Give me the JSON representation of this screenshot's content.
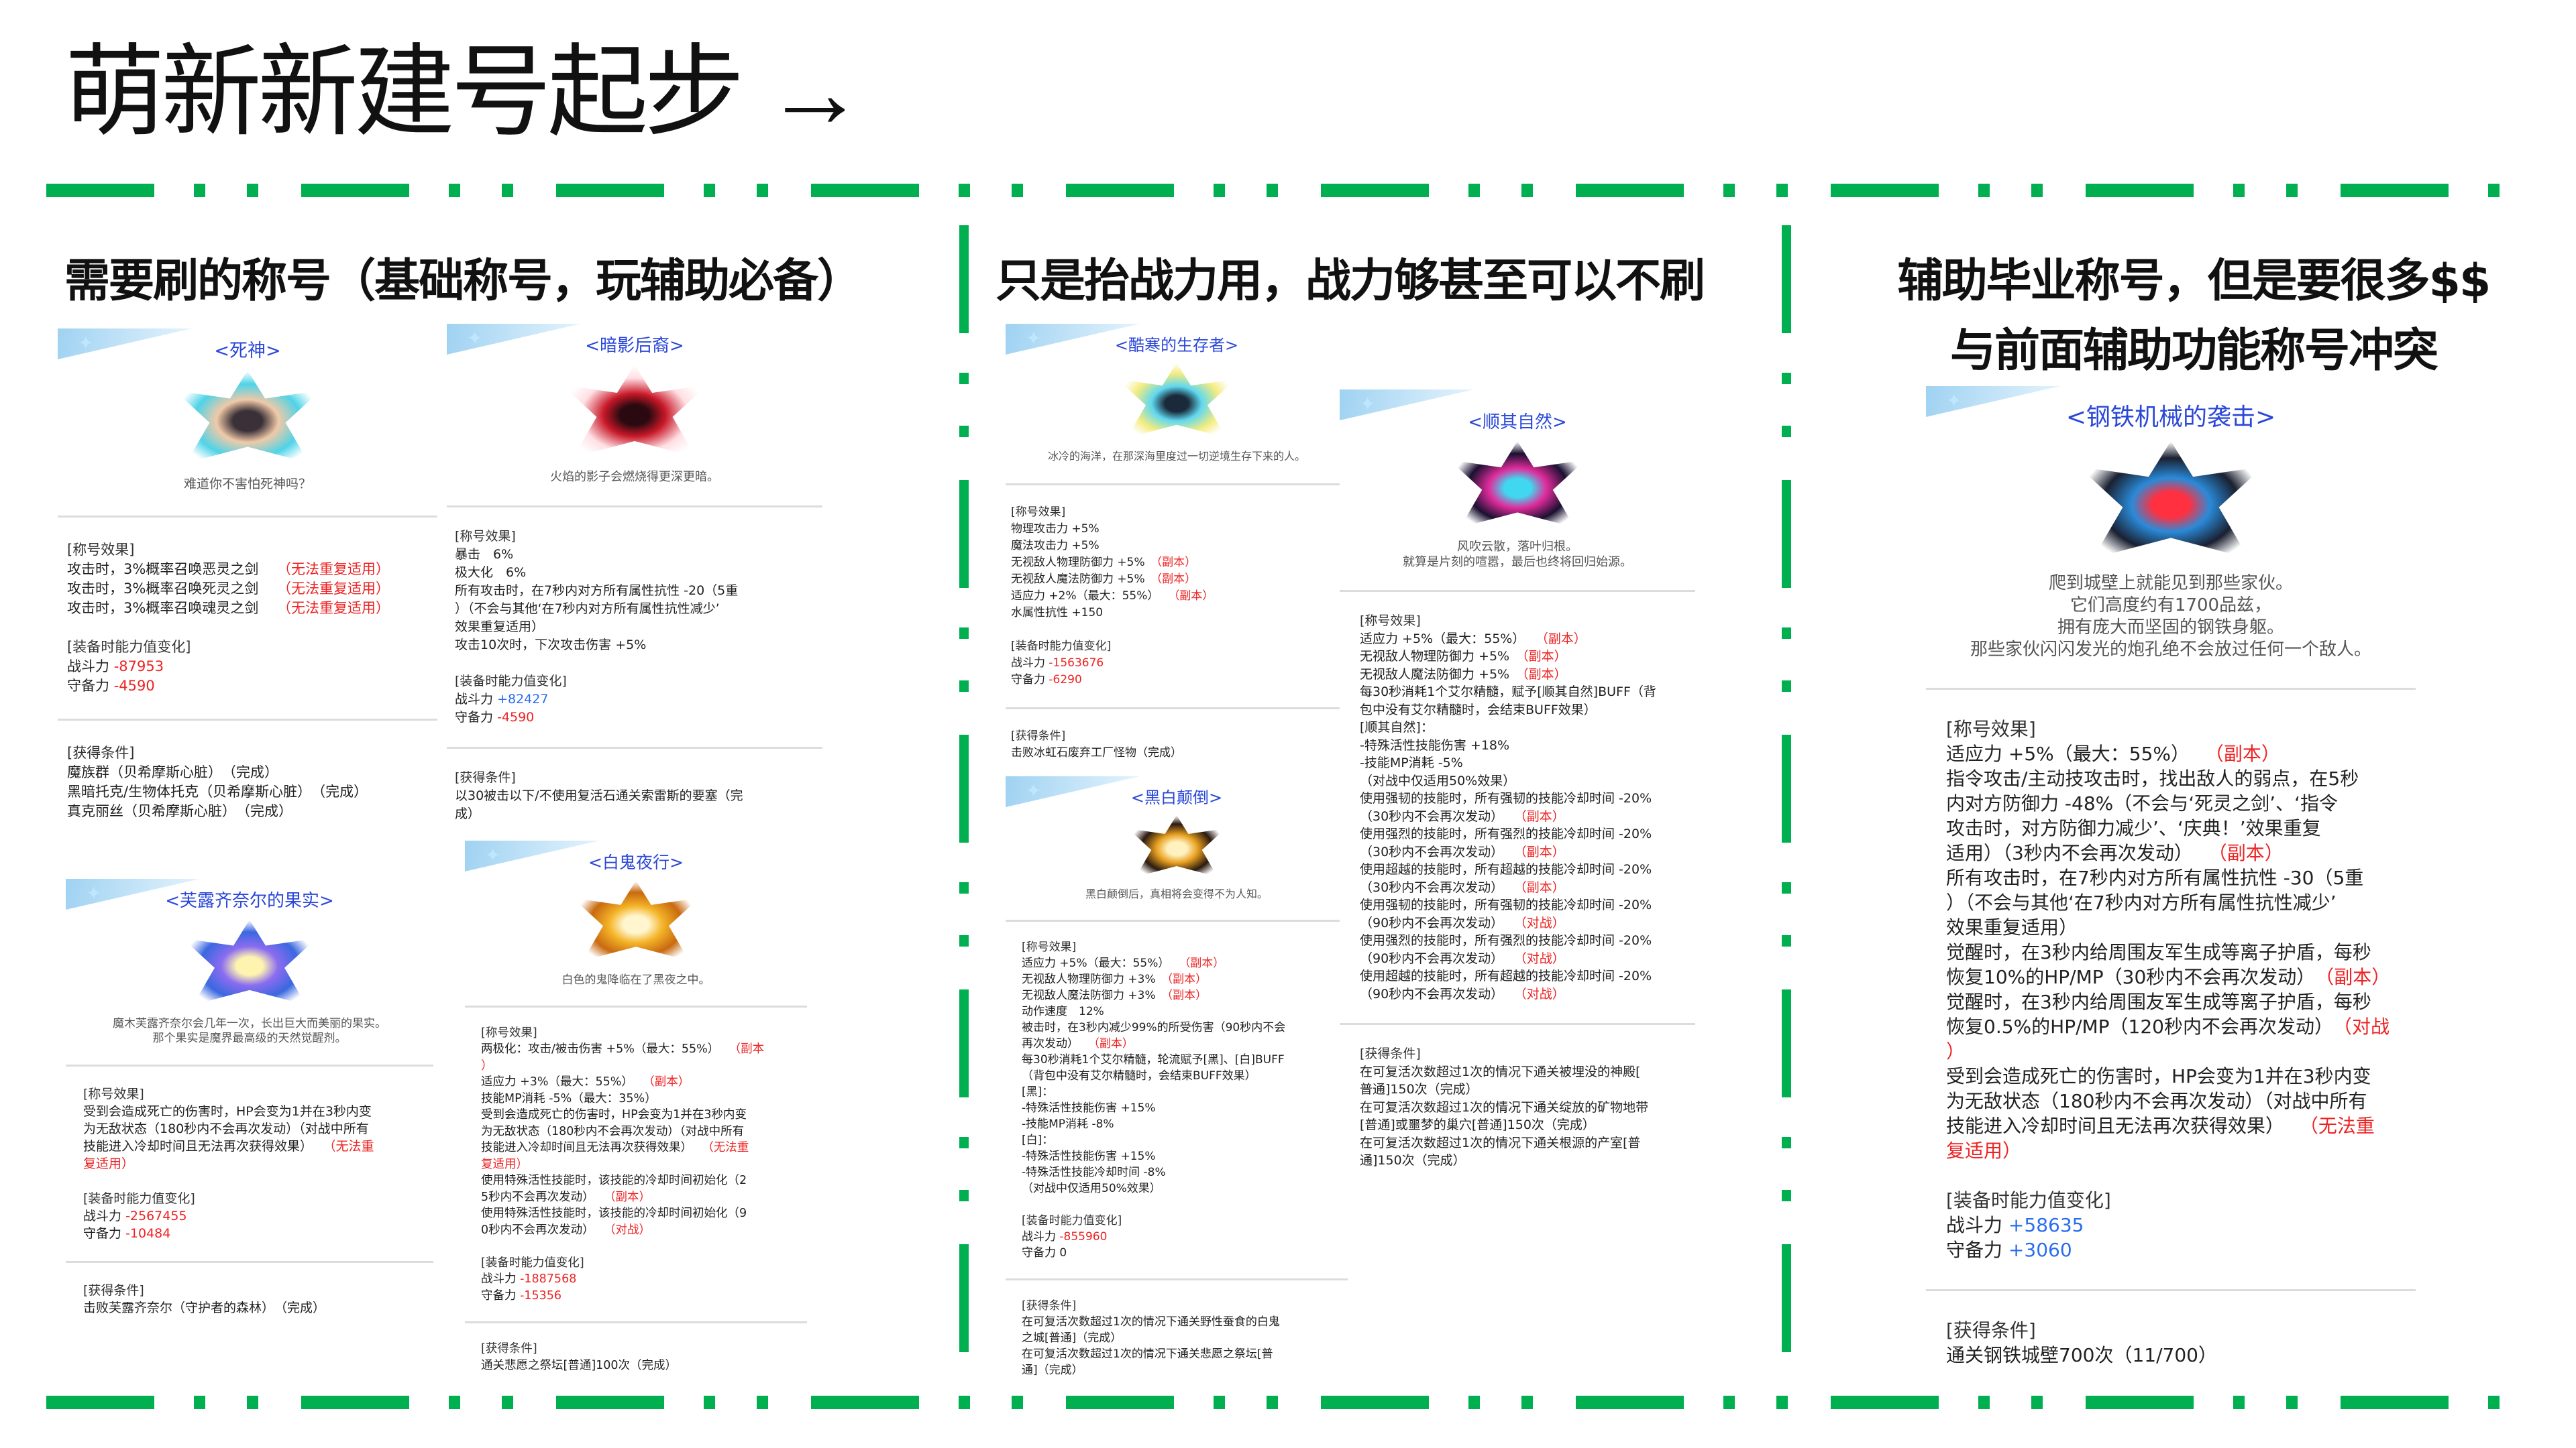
{
  "page": {
    "title": "萌新新建号起步 →"
  },
  "columns": [
    {
      "header": [
        "需要刷的称号（基础称号，玩辅助必备）"
      ]
    },
    {
      "header": [
        "只是抬战力用，战力够甚至可以不刷"
      ]
    },
    {
      "header": [
        "辅助毕业称号，但是要很多$$",
        "与前面辅助功能称号冲突"
      ]
    }
  ],
  "labels": {
    "effects": "[称号效果]",
    "stats": "[装备时能力值变化]",
    "conditions": "[获得条件]"
  },
  "colors": {
    "accent_green": "#00b050",
    "title_blue": "#2a47d8",
    "negative_red": "#ee2222",
    "positive_blue": "#2a6cf0"
  },
  "cards": [
    {
      "title": "<死神>",
      "emblem": {
        "icon": "reaper-emblem-icon",
        "colors": [
          "#3a3038",
          "#f0c9a8",
          "#4fd3e8"
        ]
      },
      "desc": [
        "难道你不害怕死神吗？"
      ],
      "effects": [
        [
          {
            "t": "攻击时，3%概率召唤恶灵之剑　 "
          },
          {
            "t": "（无法重复适用）",
            "c": "red"
          }
        ],
        [
          {
            "t": "攻击时，3%概率召唤死灵之剑　 "
          },
          {
            "t": "（无法重复适用）",
            "c": "red"
          }
        ],
        [
          {
            "t": "攻击时，3%概率召唤魂灵之剑　 "
          },
          {
            "t": "（无法重复适用）",
            "c": "red"
          }
        ]
      ],
      "stats": [
        {
          "label": "战斗力",
          "value": "-87953",
          "c": "red"
        },
        {
          "label": "守备力",
          "value": "-4590",
          "c": "red"
        }
      ],
      "conditions": [
        [
          {
            "t": "魔族群（贝希摩斯心脏）　（完成）"
          }
        ],
        [
          {
            "t": "黑暗托克/生物体托克（贝希摩斯心脏）　（完成）"
          }
        ],
        [
          {
            "t": "真克丽丝（贝希摩斯心脏）　（完成）"
          }
        ]
      ]
    },
    {
      "title": "<暗影后裔>",
      "emblem": {
        "icon": "shadow-descendant-emblem-icon",
        "colors": [
          "#2a0a10",
          "#c81828",
          "#ffe0e4"
        ]
      },
      "desc": [
        "火焰的影子会燃烧得更深更暗。"
      ],
      "effects": [
        [
          {
            "t": "暴击　6%"
          }
        ],
        [
          {
            "t": "极大化　6%"
          }
        ],
        [
          {
            "t": "所有攻击时，在7秒内对方所有属性抗性 -20（5重"
          }
        ],
        [
          {
            "t": "）（不会与其他‘在7秒内对方所有属性抗性减少’"
          }
        ],
        [
          {
            "t": "效果重复适用）"
          }
        ],
        [
          {
            "t": "攻击10次时，下次攻击伤害 +5%"
          }
        ]
      ],
      "stats": [
        {
          "label": "战斗力",
          "value": "+82427",
          "c": "blue"
        },
        {
          "label": "守备力",
          "value": "-4590",
          "c": "red"
        }
      ],
      "conditions": [
        [
          {
            "t": "以30被击以下/不使用复活石通关索雷斯的要塞（完"
          }
        ],
        [
          {
            "t": "成）"
          }
        ]
      ]
    },
    {
      "title": "<芙露齐奈尔的果实>",
      "emblem": {
        "icon": "lotus-fruit-emblem-icon",
        "colors": [
          "#fff3b0",
          "#8a6cf0",
          "#3a68e0"
        ]
      },
      "desc": [
        "魔木芙露齐奈尔会几年一次，长出巨大而美丽的果实。",
        "那个果实是魔界最高级的天然觉醒剂。"
      ],
      "effects": [
        [
          {
            "t": "受到会造成死亡的伤害时，HP会变为1并在3秒内变"
          }
        ],
        [
          {
            "t": "为无敌状态（180秒内不会再次发动）（对战中所有"
          }
        ],
        [
          {
            "t": "技能进入冷却时间且无法再次获得效果）　 "
          },
          {
            "t": "（无法重",
            "c": "red"
          }
        ],
        [
          {
            "t": "复适用）",
            "c": "red"
          }
        ]
      ],
      "stats": [
        {
          "label": "战斗力",
          "value": "-2567455",
          "c": "red"
        },
        {
          "label": "守备力",
          "value": "-10484",
          "c": "red"
        }
      ],
      "conditions": [
        [
          {
            "t": "击败芙露齐奈尔（守护者的森林）　（完成）"
          }
        ]
      ]
    },
    {
      "title": "<白鬼夜行>",
      "emblem": {
        "icon": "white-ghost-emblem-icon",
        "colors": [
          "#fff6d0",
          "#f4b428",
          "#c86a10"
        ]
      },
      "desc": [
        "白色的鬼降临在了黑夜之中。"
      ],
      "effects": [
        [
          {
            "t": "两极化：攻击/被击伤害 +5%（最大：55%）　 "
          },
          {
            "t": "（副本",
            "c": "red"
          }
        ],
        [
          {
            "t": "）",
            "c": "red"
          }
        ],
        [
          {
            "t": "适应力 +3%（最大：55%）　 "
          },
          {
            "t": "（副本）",
            "c": "red"
          }
        ],
        [
          {
            "t": "技能MP消耗 -5%（最大：35%）"
          }
        ],
        [
          {
            "t": "受到会造成死亡的伤害时，HP会变为1并在3秒内变"
          }
        ],
        [
          {
            "t": "为无敌状态（180秒内不会再次发动）（对战中所有"
          }
        ],
        [
          {
            "t": "技能进入冷却时间且无法再次获得效果）　 "
          },
          {
            "t": "（无法重",
            "c": "red"
          }
        ],
        [
          {
            "t": "复适用）",
            "c": "red"
          }
        ],
        [
          {
            "t": "使用特殊活性技能时，该技能的冷却时间初始化（2"
          }
        ],
        [
          {
            "t": "5秒内不会再次发动）　 "
          },
          {
            "t": "（副本）",
            "c": "red"
          }
        ],
        [
          {
            "t": "使用特殊活性技能时，该技能的冷却时间初始化（9"
          }
        ],
        [
          {
            "t": "0秒内不会再次发动）　 "
          },
          {
            "t": "（对战）",
            "c": "red"
          }
        ]
      ],
      "stats": [
        {
          "label": "战斗力",
          "value": "-1887568",
          "c": "red"
        },
        {
          "label": "守备力",
          "value": "-15356",
          "c": "red"
        }
      ],
      "conditions": [
        [
          {
            "t": "通关悲愿之祭坛[普通]100次（完成）"
          }
        ]
      ]
    },
    {
      "title": "<酷寒的生存者>",
      "emblem": {
        "icon": "cold-survivor-emblem-icon",
        "colors": [
          "#1a2a3a",
          "#5fd8f0",
          "#f4ec80"
        ]
      },
      "desc": [
        "冰冷的海洋，在那深海里度过一切逆境生存下来的人。"
      ],
      "effects": [
        [
          {
            "t": "物理攻击力 +5%"
          }
        ],
        [
          {
            "t": "魔法攻击力 +5%"
          }
        ],
        [
          {
            "t": "无视敌人物理防御力 +5%　"
          },
          {
            "t": "（副本）",
            "c": "red"
          }
        ],
        [
          {
            "t": "无视敌人魔法防御力 +5%　"
          },
          {
            "t": "（副本）",
            "c": "red"
          }
        ],
        [
          {
            "t": "适应力 +2%（最大：55%）　 "
          },
          {
            "t": "（副本）",
            "c": "red"
          }
        ],
        [
          {
            "t": "水属性抗性 +150"
          }
        ]
      ],
      "stats": [
        {
          "label": "战斗力",
          "value": "-1563676",
          "c": "red"
        },
        {
          "label": "守备力",
          "value": "-6290",
          "c": "red"
        }
      ],
      "conditions": [
        [
          {
            "t": "击败冰虹石废弃工厂怪物（完成）"
          }
        ]
      ]
    },
    {
      "title": "<黑白颠倒>",
      "emblem": {
        "icon": "black-white-inversion-emblem-icon",
        "colors": [
          "#fff2c0",
          "#e8a020",
          "#2a1a10"
        ]
      },
      "desc": [
        "黑白颠倒后，真相将会变得不为人知。"
      ],
      "effects": [
        [
          {
            "t": "适应力 +5%（最大：55%）　 "
          },
          {
            "t": "（副本）",
            "c": "red"
          }
        ],
        [
          {
            "t": "无视敌人物理防御力 +3%　"
          },
          {
            "t": "（副本）",
            "c": "red"
          }
        ],
        [
          {
            "t": "无视敌人魔法防御力 +3%　"
          },
          {
            "t": "（副本）",
            "c": "red"
          }
        ],
        [
          {
            "t": "动作速度　12%"
          }
        ],
        [
          {
            "t": "被击时，在3秒内减少99%的所受伤害（90秒内不会"
          }
        ],
        [
          {
            "t": "再次发动）　 "
          },
          {
            "t": "（副本）",
            "c": "red"
          }
        ],
        [
          {
            "t": "每30秒消耗1个艾尔精髓，轮流赋予[黑]、[白]BUFF"
          }
        ],
        [
          {
            "t": "（背包中没有艾尔精髓时，会结束BUFF效果）"
          }
        ],
        [
          {
            "t": "[黑]："
          }
        ],
        [
          {
            "t": "-特殊活性技能伤害 +15%"
          }
        ],
        [
          {
            "t": "-技能MP消耗 -8%"
          }
        ],
        [
          {
            "t": "[白]："
          }
        ],
        [
          {
            "t": "-特殊活性技能伤害 +15%"
          }
        ],
        [
          {
            "t": "-特殊活性技能冷却时间 -8%"
          }
        ],
        [
          {
            "t": "（对战中仅适用50%效果）"
          }
        ]
      ],
      "stats": [
        {
          "label": "战斗力",
          "value": "-855960",
          "c": "red"
        },
        {
          "label": "守备力",
          "value": "0",
          "c": ""
        }
      ],
      "conditions": [
        [
          {
            "t": "在可复活次数超过1次的情况下通关野性蚕食的白鬼"
          }
        ],
        [
          {
            "t": "之城[普通]（完成）"
          }
        ],
        [
          {
            "t": "在可复活次数超过1次的情况下通关悲愿之祭坛[普"
          }
        ],
        [
          {
            "t": "通]（完成）"
          }
        ]
      ]
    },
    {
      "title": "<顺其自然>",
      "emblem": {
        "icon": "let-it-be-emblem-icon",
        "colors": [
          "#40d8f0",
          "#e02c9c",
          "#1a1030"
        ]
      },
      "desc": [
        "风吹云散，落叶归根。",
        "就算是片刻的喧嚣，最后也终将回归始源。"
      ],
      "effects": [
        [
          {
            "t": "适应力 +5%（最大：55%）　 "
          },
          {
            "t": "（副本）",
            "c": "red"
          }
        ],
        [
          {
            "t": "无视敌人物理防御力 +5%　"
          },
          {
            "t": "（副本）",
            "c": "red"
          }
        ],
        [
          {
            "t": "无视敌人魔法防御力 +5%　"
          },
          {
            "t": "（副本）",
            "c": "red"
          }
        ],
        [
          {
            "t": "每30秒消耗1个艾尔精髓，赋予[顺其自然]BUFF（背"
          }
        ],
        [
          {
            "t": "包中没有艾尔精髓时，会结束BUFF效果）"
          }
        ],
        [
          {
            "t": "[顺其自然]："
          }
        ],
        [
          {
            "t": "-特殊活性技能伤害 +18%"
          }
        ],
        [
          {
            "t": "-技能MP消耗 -5%"
          }
        ],
        [
          {
            "t": "（对战中仅适用50%效果）"
          }
        ],
        [
          {
            "t": "使用强韧的技能时，所有强韧的技能冷却时间 -20%"
          }
        ],
        [
          {
            "t": "（30秒内不会再次发动）　 "
          },
          {
            "t": "（副本）",
            "c": "red"
          }
        ],
        [
          {
            "t": "使用强烈的技能时，所有强烈的技能冷却时间 -20%"
          }
        ],
        [
          {
            "t": "（30秒内不会再次发动）　 "
          },
          {
            "t": "（副本）",
            "c": "red"
          }
        ],
        [
          {
            "t": "使用超越的技能时，所有超越的技能冷却时间 -20%"
          }
        ],
        [
          {
            "t": "（30秒内不会再次发动）　 "
          },
          {
            "t": "（副本）",
            "c": "red"
          }
        ],
        [
          {
            "t": "使用强韧的技能时，所有强韧的技能冷却时间 -20%"
          }
        ],
        [
          {
            "t": "（90秒内不会再次发动）　 "
          },
          {
            "t": "（对战）",
            "c": "red"
          }
        ],
        [
          {
            "t": "使用强烈的技能时，所有强烈的技能冷却时间 -20%"
          }
        ],
        [
          {
            "t": "（90秒内不会再次发动）　 "
          },
          {
            "t": "（对战）",
            "c": "red"
          }
        ],
        [
          {
            "t": "使用超越的技能时，所有超越的技能冷却时间 -20%"
          }
        ],
        [
          {
            "t": "（90秒内不会再次发动）　 "
          },
          {
            "t": "（对战）",
            "c": "red"
          }
        ]
      ],
      "conditions": [
        [
          {
            "t": "在可复活次数超过1次的情况下通关被埋没的神殿["
          }
        ],
        [
          {
            "t": "普通]150次（完成）"
          }
        ],
        [
          {
            "t": "在可复活次数超过1次的情况下通关绽放的矿物地带"
          }
        ],
        [
          {
            "t": "[普通]或噩梦的巢穴[普通]150次（完成）"
          }
        ],
        [
          {
            "t": "在可复活次数超过1次的情况下通关根源的产室[普"
          }
        ],
        [
          {
            "t": "通]150次（完成）"
          }
        ]
      ]
    },
    {
      "title": "<钢铁机械的袭击>",
      "emblem": {
        "icon": "steel-machine-emblem-icon",
        "colors": [
          "#ff3040",
          "#2a8ad8",
          "#1a2030"
        ]
      },
      "desc": [
        "爬到城壁上就能见到那些家伙。",
        "它们高度约有1700品兹，",
        "拥有庞大而坚固的钢铁身躯。",
        "那些家伙闪闪发光的炮孔绝不会放过任何一个敌人。"
      ],
      "effects": [
        [
          {
            "t": "适应力 +5%（最大：55%）　 "
          },
          {
            "t": "（副本）",
            "c": "red"
          }
        ],
        [
          {
            "t": "指令攻击/主动技攻击时，找出敌人的弱点，在5秒"
          }
        ],
        [
          {
            "t": "内对方防御力 -48%（不会与‘死灵之剑’、‘指令"
          }
        ],
        [
          {
            "t": "攻击时，对方防御力减少’、‘庆典！’效果重复"
          }
        ],
        [
          {
            "t": "适用）（3秒内不会再次发动）　 "
          },
          {
            "t": "（副本）",
            "c": "red"
          }
        ],
        [
          {
            "t": "所有攻击时，在7秒内对方所有属性抗性 -30（5重"
          }
        ],
        [
          {
            "t": "）（不会与其他‘在7秒内对方所有属性抗性减少’"
          }
        ],
        [
          {
            "t": "效果重复适用）"
          }
        ],
        [
          {
            "t": "觉醒时，在3秒内给周围友军生成等离子护盾，每秒"
          }
        ],
        [
          {
            "t": "恢复10%的HP/MP（30秒内不会再次发动）　"
          },
          {
            "t": "（副本）",
            "c": "red"
          }
        ],
        [
          {
            "t": "觉醒时，在3秒内给周围友军生成等离子护盾，每秒"
          }
        ],
        [
          {
            "t": "恢复0.5%的HP/MP（120秒内不会再次发动）　"
          },
          {
            "t": "（对战",
            "c": "red"
          }
        ],
        [
          {
            "t": "）",
            "c": "red"
          }
        ],
        [
          {
            "t": "受到会造成死亡的伤害时，HP会变为1并在3秒内变"
          }
        ],
        [
          {
            "t": "为无敌状态（180秒内不会再次发动）（对战中所有"
          }
        ],
        [
          {
            "t": "技能进入冷却时间且无法再次获得效果）　 "
          },
          {
            "t": "（无法重",
            "c": "red"
          }
        ],
        [
          {
            "t": "复适用）",
            "c": "red"
          }
        ]
      ],
      "stats": [
        {
          "label": "战斗力",
          "value": "+58635",
          "c": "blue"
        },
        {
          "label": "守备力",
          "value": "+3060",
          "c": "blue"
        }
      ],
      "conditions": [
        [
          {
            "t": "通关钢铁城壁700次（11/700）"
          }
        ]
      ]
    }
  ]
}
